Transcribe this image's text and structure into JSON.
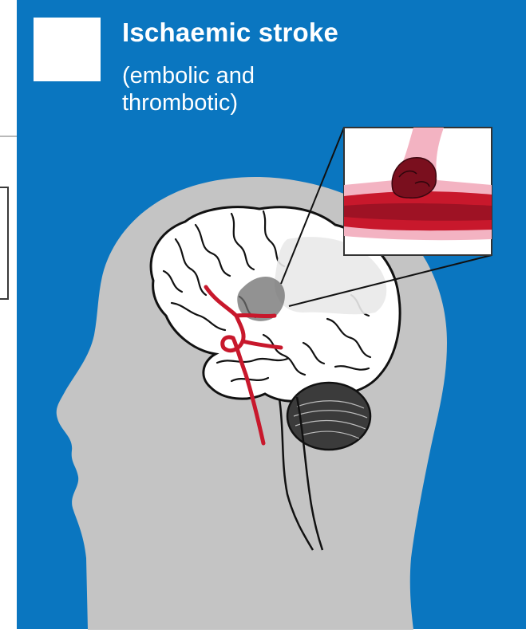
{
  "diagram": {
    "title": "Ischaemic stroke",
    "subtitle": "(embolic and thrombotic)"
  },
  "colors": {
    "background": "#0a76c0",
    "head": "#c4c4c4",
    "artery": "#c8182c",
    "vessel_wall": "#f3b3c2",
    "clot": "#7a0f1e"
  },
  "icons": [
    "head-silhouette",
    "brain-drawing",
    "artery-drawing",
    "magnified-inset"
  ]
}
